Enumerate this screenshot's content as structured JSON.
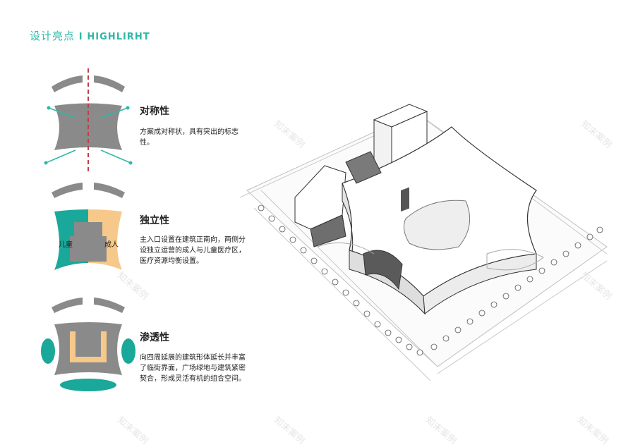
{
  "header": {
    "title": "设计亮点",
    "separator": "I",
    "highlight": "HIGHLIRHT"
  },
  "sections": [
    {
      "title": "对称性",
      "body": "方案成对称状，具有突出的标志性。"
    },
    {
      "title": "独立性",
      "body": "主入口设置在建筑正南向，两侧分设独立运营的成人与儿童医疗区，医疗资源均衡设置。",
      "left_label": "儿童",
      "right_label": "成人"
    },
    {
      "title": "渗透性",
      "body": "向四周延展的建筑形体延长并丰富了临街界面，广场绿地与建筑紧密契合，形成灵活有机的组合空间。"
    }
  ],
  "colors": {
    "accent": "#2fb8a6",
    "teal": "#1aa89a",
    "tan": "#f6c98a",
    "gray": "#8a8a8a",
    "red_axis": "#c0404a"
  },
  "watermark": "知末案例"
}
